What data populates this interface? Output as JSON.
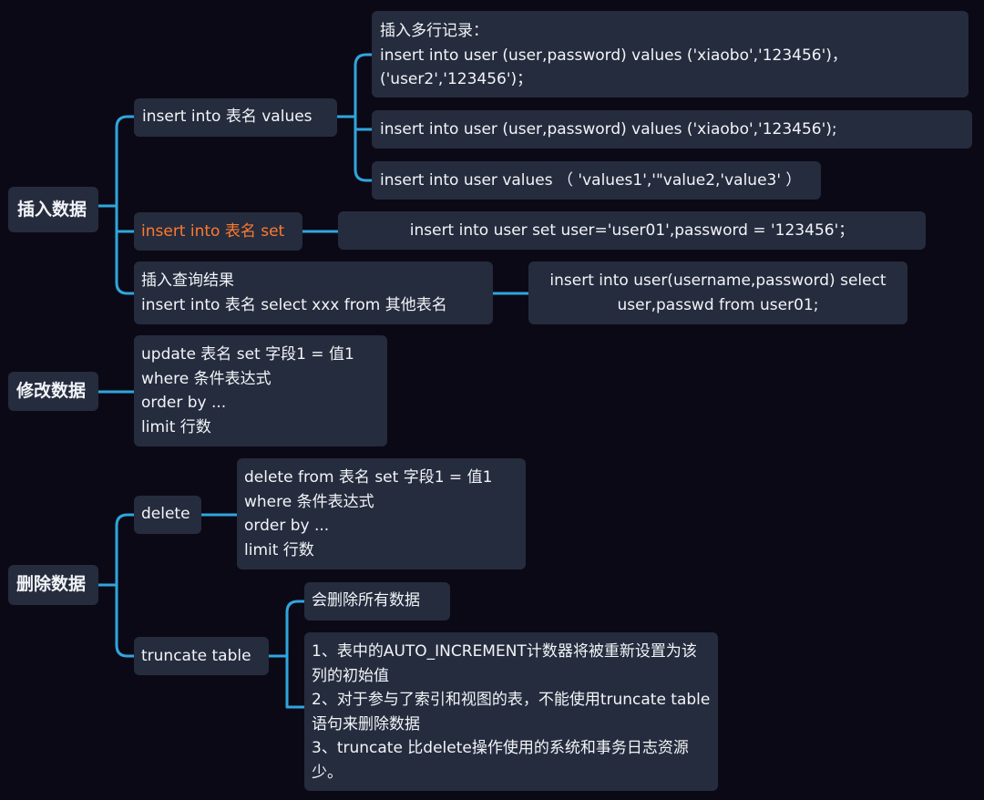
{
  "colors": {
    "background": "#0c0916",
    "node": "#252c3d",
    "connector": "#2fa6dd",
    "accent": "#ff7a2e",
    "text": "#f2f4f8"
  },
  "insert": {
    "root": "插入数据",
    "values_branch": "insert into 表名  values",
    "multi_rows_title": "插入多行记录：",
    "multi_rows_sql": "insert into user (user,password) values ('xiaobo','123456')，('user2','123456')；",
    "single_row_sql": "insert into user (user,password) values ('xiaobo','123456');",
    "values_only_sql": "insert into user  values （ 'values1','\"value2,'value3' ）",
    "set_branch": "insert into 表名  set",
    "set_sql": "insert into user set user='user01',password = '123456'；",
    "select_branch_title": "插入查询结果",
    "select_branch_sql": "insert into 表名 select  xxx  from  其他表名",
    "select_example": [
      "insert  into user(username,password)  select",
      "user,passwd from user01;"
    ]
  },
  "update": {
    "root": "修改数据",
    "lines": [
      "update 表名  set  字段1 = 值1",
      "where  条件表达式",
      "order by  ...",
      "limit 行数"
    ]
  },
  "delete": {
    "root": "删除数据",
    "delete_branch": "delete",
    "delete_lines": [
      "delete from 表名  set  字段1 = 值1",
      "where  条件表达式",
      "order by  ...",
      "limit 行数"
    ],
    "truncate_branch": "truncate  table",
    "truncate_note": "会删除所有数据",
    "truncate_details": [
      "1、表中的AUTO_INCREMENT计数器将被重新设置为该列的初始值",
      "2、对于参与了索引和视图的表，不能使用truncate table语句来删除数据",
      "3、truncate 比delete操作使用的系统和事务日志资源少。"
    ]
  }
}
